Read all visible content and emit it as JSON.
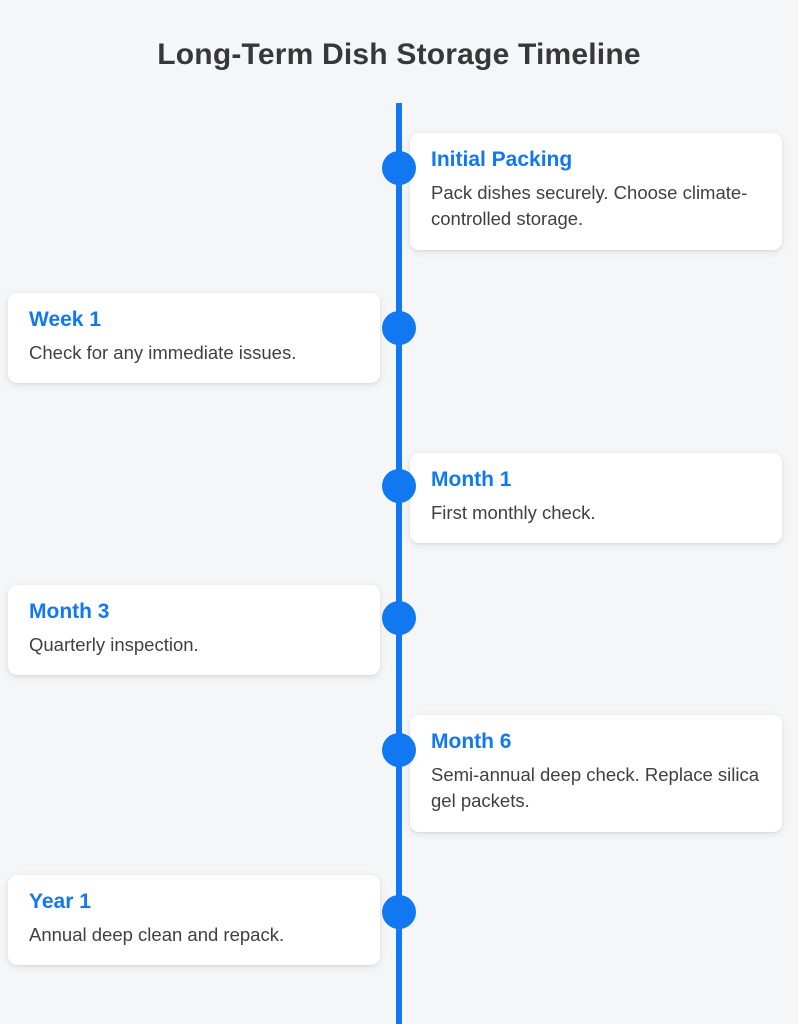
{
  "page": {
    "title": "Long-Term Dish Storage Timeline"
  },
  "colors": {
    "accent_blue": "#1178f2",
    "background": "#f5f6f7",
    "card_background": "#ffffff",
    "title_text": "#383838",
    "body_text": "#404040"
  },
  "timeline": {
    "events": [
      {
        "title": "Initial Packing",
        "description": "Pack dishes securely. Choose climate-controlled storage.",
        "side": "right"
      },
      {
        "title": "Week 1",
        "description": "Check for any immediate issues.",
        "side": "left"
      },
      {
        "title": "Month 1",
        "description": "First monthly check.",
        "side": "right"
      },
      {
        "title": "Month 3",
        "description": "Quarterly inspection.",
        "side": "left"
      },
      {
        "title": "Month 6",
        "description": "Semi-annual deep check. Replace silica gel packets.",
        "side": "right"
      },
      {
        "title": "Year 1",
        "description": "Annual deep clean and repack.",
        "side": "left"
      }
    ]
  }
}
